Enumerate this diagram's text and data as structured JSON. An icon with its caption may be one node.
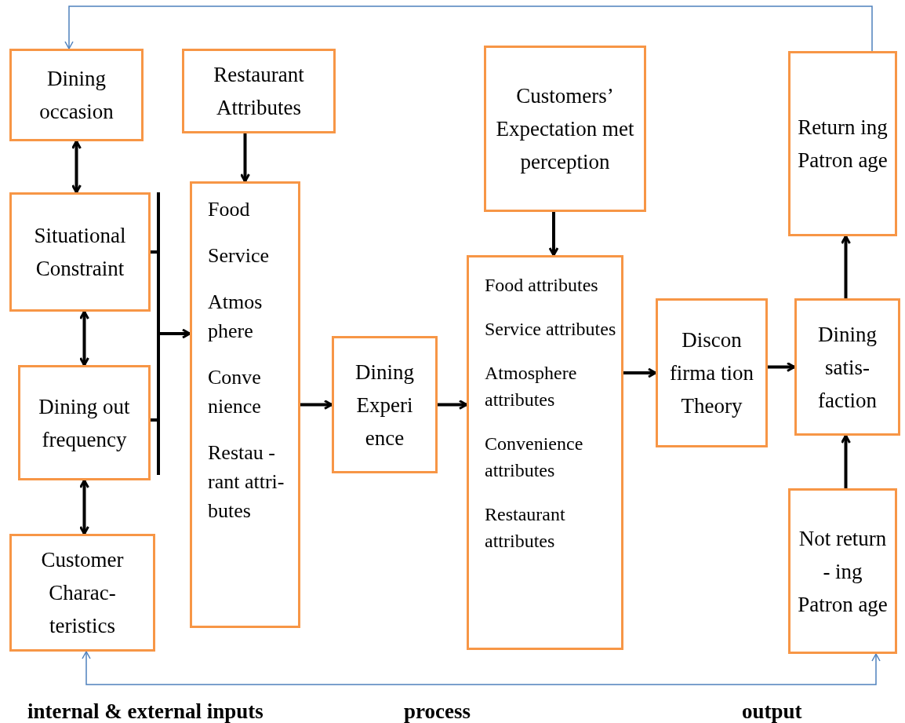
{
  "diagram": {
    "nodes": [
      {
        "text": [
          "Dining occasion"
        ]
      },
      {
        "text": [
          "Restaurant Attributes"
        ]
      },
      {
        "text": [
          "Customers’ Expectation met perception"
        ]
      },
      {
        "text": [
          "Return ing Patron age"
        ]
      },
      {
        "text": [
          "Situational Constraint"
        ]
      },
      {
        "text": [
          "Food",
          "Service",
          "Atmos phere",
          "Conve nience",
          "Restau -rant attri- butes"
        ]
      },
      {
        "text": [
          "Dining Experi ence"
        ]
      },
      {
        "text": [
          "Food attributes",
          "Service attributes",
          "Atmosphere attributes",
          "Convenience attributes",
          "Restaurant attributes"
        ]
      },
      {
        "text": [
          "Discon firma tion Theory"
        ]
      },
      {
        "text": [
          "Dining satis- faction"
        ]
      },
      {
        "text": [
          "Dining out frequency"
        ]
      },
      {
        "text": [
          "Customer Charac- teristics"
        ]
      },
      {
        "text": [
          "Not return - ing Patron age"
        ]
      },
      {
        "text": [],
        "shape": "bar"
      }
    ],
    "edges": [
      {
        "from": 0,
        "to": 4,
        "arrow": "both"
      },
      {
        "from": 4,
        "to": 10,
        "arrow": "both"
      },
      {
        "from": 10,
        "to": 11,
        "arrow": "both"
      },
      {
        "from": 4,
        "to": 13,
        "arrow": "none"
      },
      {
        "from": 10,
        "to": 13,
        "arrow": "none"
      },
      {
        "from": 1,
        "to": 5,
        "arrow": "to"
      },
      {
        "from": 5,
        "to": 6,
        "arrow": "to"
      },
      {
        "from": 6,
        "to": 7,
        "arrow": "to"
      },
      {
        "from": 2,
        "to": 7,
        "arrow": "to"
      },
      {
        "from": 7,
        "to": 8,
        "arrow": "to"
      },
      {
        "from": 8,
        "to": 9,
        "arrow": "to"
      },
      {
        "from": 12,
        "to": 9,
        "arrow": "to"
      },
      {
        "from": 9,
        "to": 3,
        "arrow": "to"
      },
      {
        "from": 3,
        "to": 0,
        "arrow": "to",
        "color": "#4f81bd"
      },
      {
        "from": 12,
        "to": 11,
        "arrow": "both",
        "color": "#4f81bd"
      },
      {
        "from": 13,
        "to": 5,
        "arrow": "to"
      }
    ],
    "labels": [
      "internal & external inputs",
      "process",
      "output"
    ]
  }
}
